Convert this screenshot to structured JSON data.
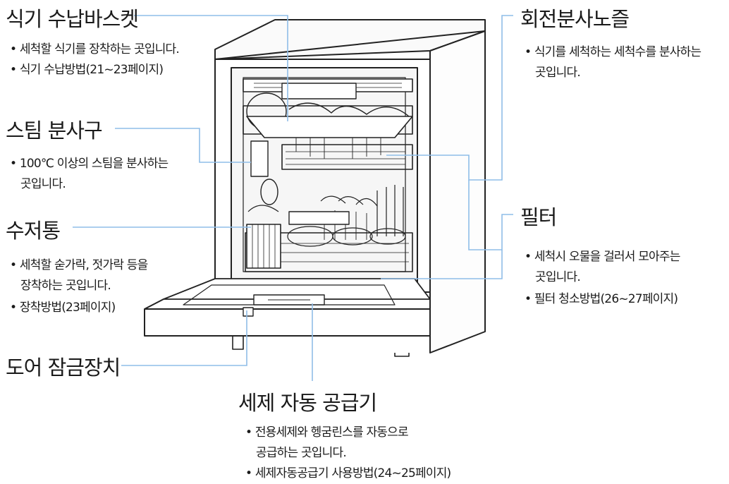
{
  "callouts": {
    "basket": {
      "title": "식기 수납바스켓",
      "lines": [
        "• 세척할 식기를 장착하는 곳입니다.",
        "• 식기 수납방법(21~23페이지)"
      ]
    },
    "steam": {
      "title": "스팀 분사구",
      "lines": [
        "• 100℃ 이상의 스팀을 분사하는",
        "곳입니다."
      ]
    },
    "cutlery": {
      "title": "수저통",
      "lines": [
        "• 세척할 숟가락, 젓가락 등을",
        "장착하는 곳입니다.",
        "• 장착방법(23페이지)"
      ]
    },
    "doorlock": {
      "title": "도어 잠금장치"
    },
    "nozzle": {
      "title": "회전분사노즐",
      "lines": [
        "• 식기를 세척하는 세척수를 분사하는",
        "곳입니다."
      ]
    },
    "filter": {
      "title": "필터",
      "lines": [
        "• 세척시 오물을 걸러서 모아주는",
        "곳입니다.",
        "• 필터 청소방법(26~27페이지)"
      ]
    },
    "dispenser": {
      "title": "세제 자동 공급기",
      "lines": [
        "• 전용세제와 헹굼린스를 자동으로",
        "공급하는 곳입니다.",
        "• 세제자동공급기 사용방법(24~25페이지)"
      ]
    }
  },
  "colors": {
    "leader": "#8fbde8",
    "ink": "#1a1a1a"
  }
}
